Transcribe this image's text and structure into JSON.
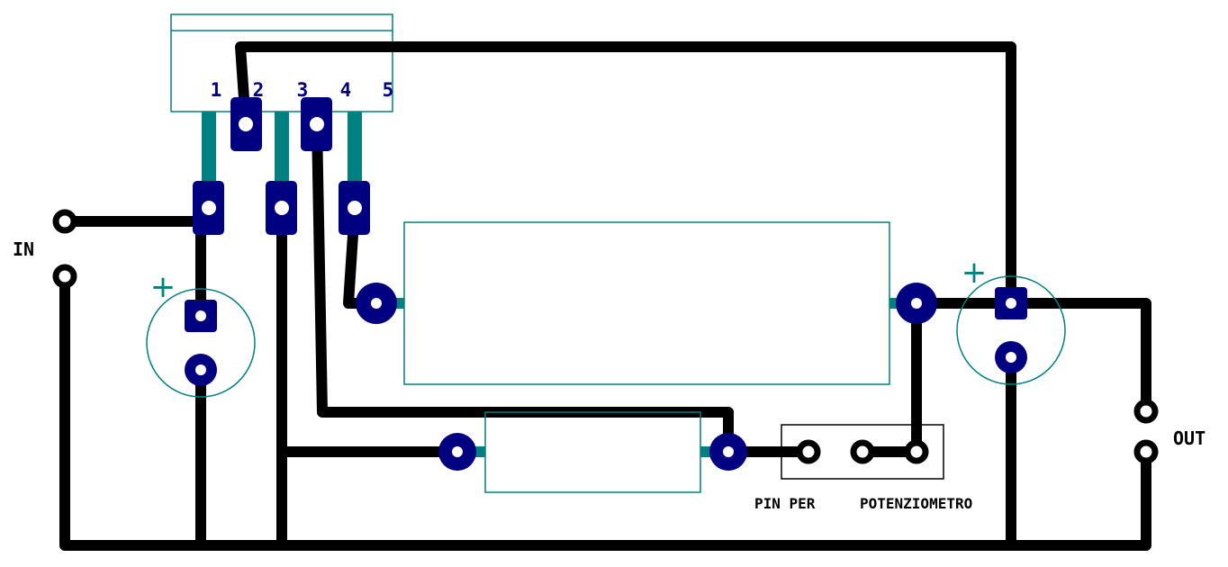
{
  "colors": {
    "background": "#ffffff",
    "trace": "#000000",
    "pad": "#000080",
    "outline": "#008080",
    "hole": "#ffffff"
  },
  "labels": {
    "input": "IN",
    "output": "OUT",
    "pot_pins_a": "PIN PER",
    "pot_pins_b": "POTENZIOMETRO",
    "cap_in_polarity": "+",
    "cap_out_polarity": "+"
  },
  "regulator_pins": [
    "1",
    "2",
    "3",
    "4",
    "5"
  ]
}
